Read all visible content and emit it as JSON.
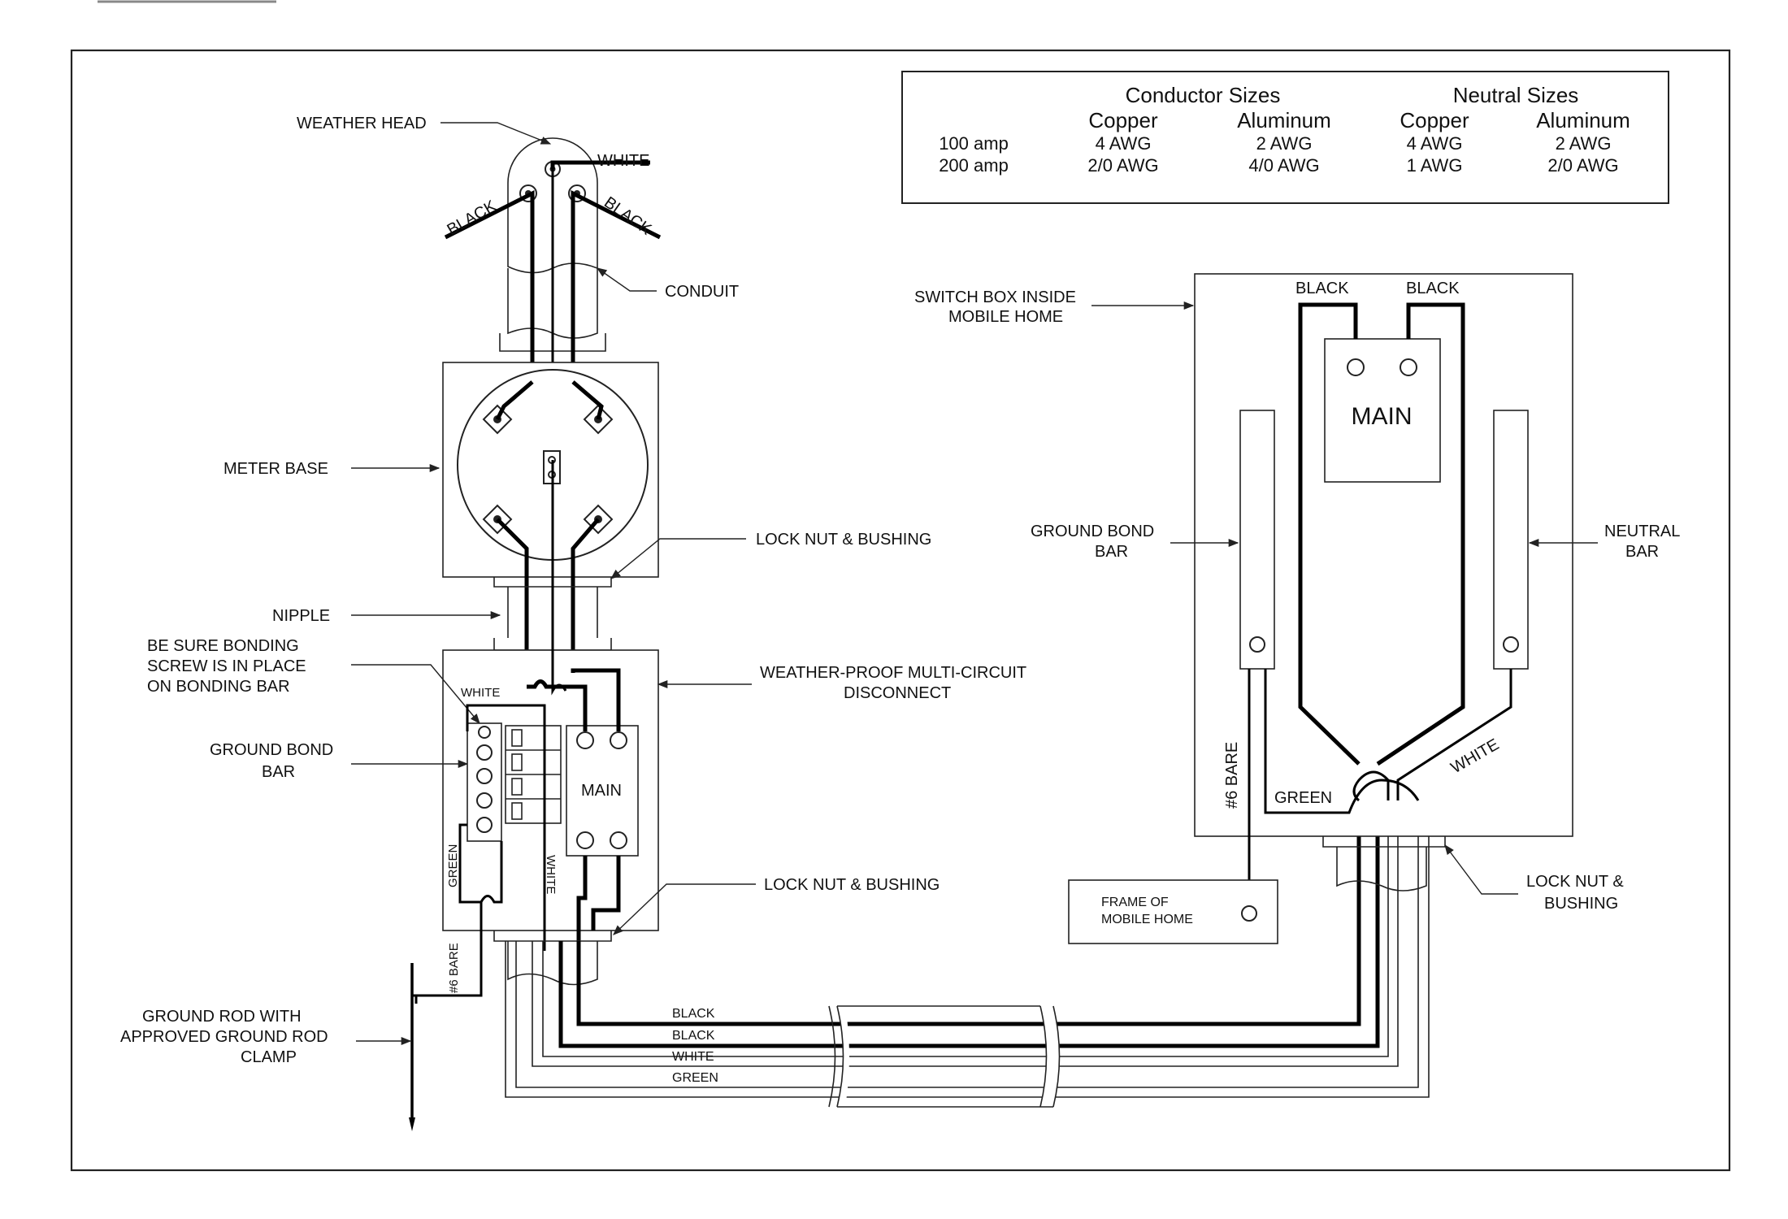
{
  "table": {
    "group_conductor": "Conductor Sizes",
    "group_neutral": "Neutral Sizes",
    "col_copper_1": "Copper",
    "col_aluminum_1": "Aluminum",
    "col_copper_2": "Copper",
    "col_aluminum_2": "Aluminum",
    "rows": [
      {
        "rating": "100 amp",
        "cond_cu": "4 AWG",
        "cond_al": "2 AWG",
        "neut_cu": "4 AWG",
        "neut_al": "2 AWG"
      },
      {
        "rating": "200 amp",
        "cond_cu": "2/0 AWG",
        "cond_al": "4/0 AWG",
        "neut_cu": "1 AWG",
        "neut_al": "2/0 AWG"
      }
    ]
  },
  "labels": {
    "weather_head": "WEATHER HEAD",
    "white_top": "WHITE",
    "black_left": "BLACK",
    "black_right": "BLACK",
    "conduit": "CONDUIT",
    "meter_base": "METER BASE",
    "lock_nut_1": "LOCK NUT & BUSHING",
    "nipple": "NIPPLE",
    "bonding_1": "BE SURE BONDING",
    "bonding_2": "SCREW IS IN PLACE",
    "bonding_3": "ON BONDING BAR",
    "ground_bond_bar_l1": "GROUND BOND",
    "ground_bond_bar_l2": "BAR",
    "disconnect_1": "WEATHER-PROOF MULTI-CIRCUIT",
    "disconnect_2": "DISCONNECT",
    "white_disc": "WHITE",
    "main_disc": "MAIN",
    "green_vert": "GREEN",
    "white_vert": "WHITE",
    "lock_nut_2": "LOCK NUT & BUSHING",
    "bare_6_left": "#6 BARE",
    "ground_rod_1": "GROUND ROD WITH",
    "ground_rod_2": "APPROVED GROUND ROD",
    "ground_rod_3": "CLAMP",
    "run_black_1": "BLACK",
    "run_black_2": "BLACK",
    "run_white": "WHITE",
    "run_green": "GREEN",
    "switch_box_1": "SWITCH BOX INSIDE",
    "switch_box_2": "MOBILE HOME",
    "black_sb_1": "BLACK",
    "black_sb_2": "BLACK",
    "main_sb": "MAIN",
    "ground_bond_sb_1": "GROUND BOND",
    "ground_bond_sb_2": "BAR",
    "neutral_bar_1": "NEUTRAL",
    "neutral_bar_2": "BAR",
    "bare_6_right": "#6 BARE",
    "green_sb": "GREEN",
    "white_sb": "WHITE",
    "lock_nut_3_1": "LOCK NUT &",
    "lock_nut_3_2": "BUSHING",
    "frame_1": "FRAME OF",
    "frame_2": "MOBILE HOME"
  }
}
